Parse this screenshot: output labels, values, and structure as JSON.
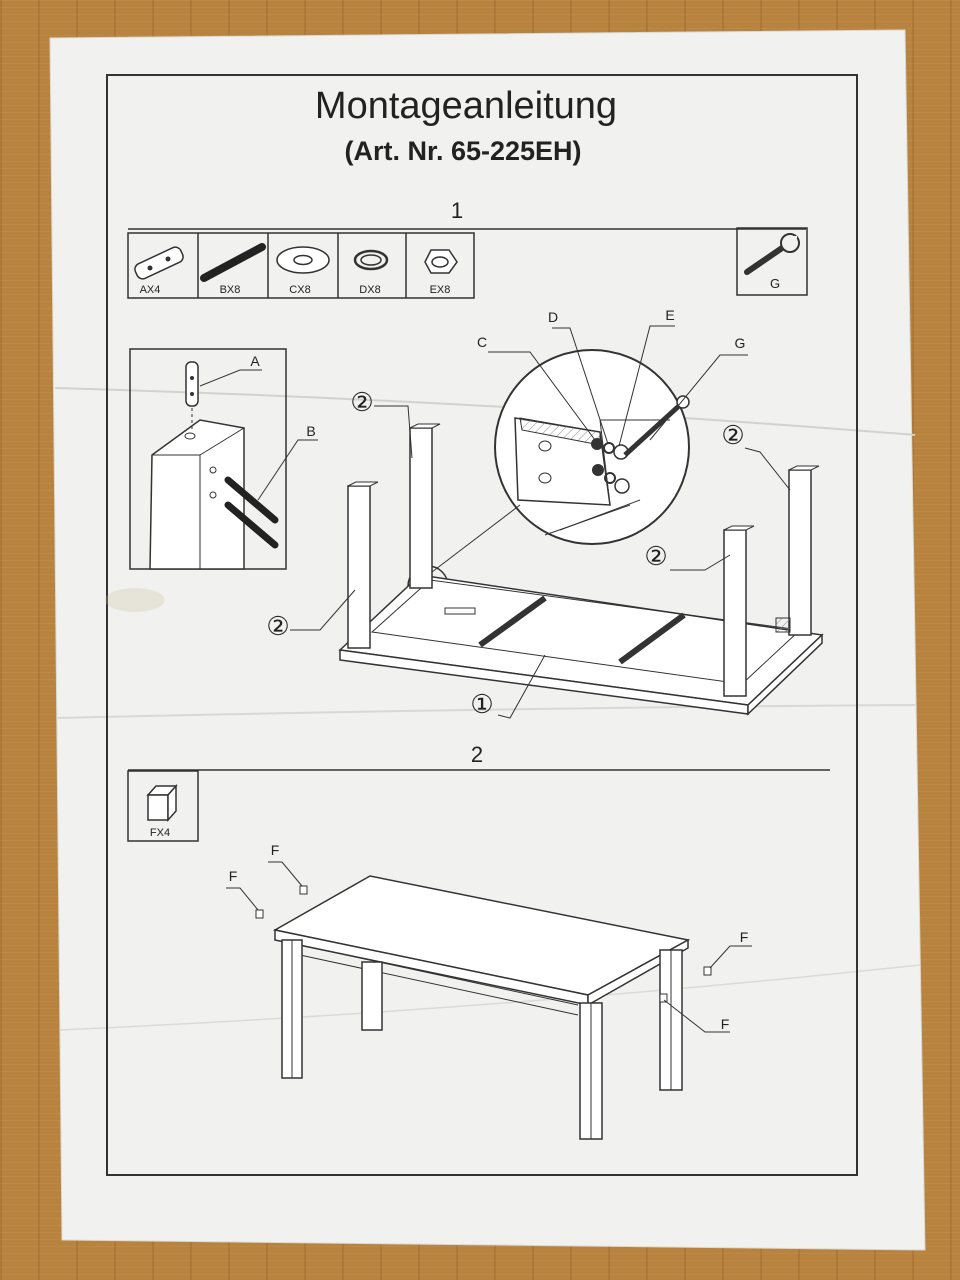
{
  "document": {
    "title": "Montageanleitung",
    "article": "(Art. Nr. 65-225EH)"
  },
  "step1": {
    "number": "1",
    "parts": [
      {
        "code": "AX4",
        "icon": "dowel-bracket-icon"
      },
      {
        "code": "BX8",
        "icon": "bolt-icon"
      },
      {
        "code": "CX8",
        "icon": "flat-washer-icon"
      },
      {
        "code": "DX8",
        "icon": "spring-washer-icon"
      },
      {
        "code": "EX8",
        "icon": "hex-nut-icon"
      }
    ],
    "tool": {
      "code": "G",
      "icon": "wrench-icon"
    },
    "detail_labels": {
      "a": "A",
      "b": "B",
      "c": "C",
      "d": "D",
      "e": "E",
      "g": "G"
    },
    "callouts": {
      "frame": "①",
      "leg": "②"
    }
  },
  "step2": {
    "number": "2",
    "part": {
      "code": "FX4",
      "icon": "foot-cap-icon"
    },
    "label": "F"
  }
}
